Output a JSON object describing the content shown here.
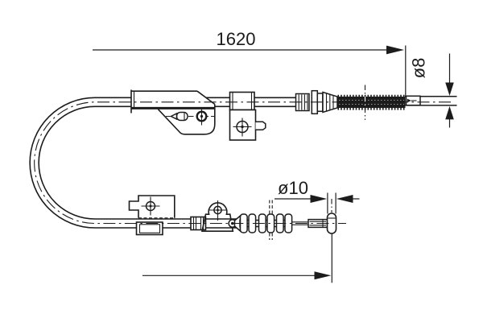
{
  "drawing": {
    "dimension_labels": {
      "overall_length": "1620",
      "cable_end_diameter": "ø8",
      "anchor_pin_diameter": "ø10"
    },
    "colors": {
      "background": "#ffffff",
      "line": "#1c1c1c"
    }
  }
}
